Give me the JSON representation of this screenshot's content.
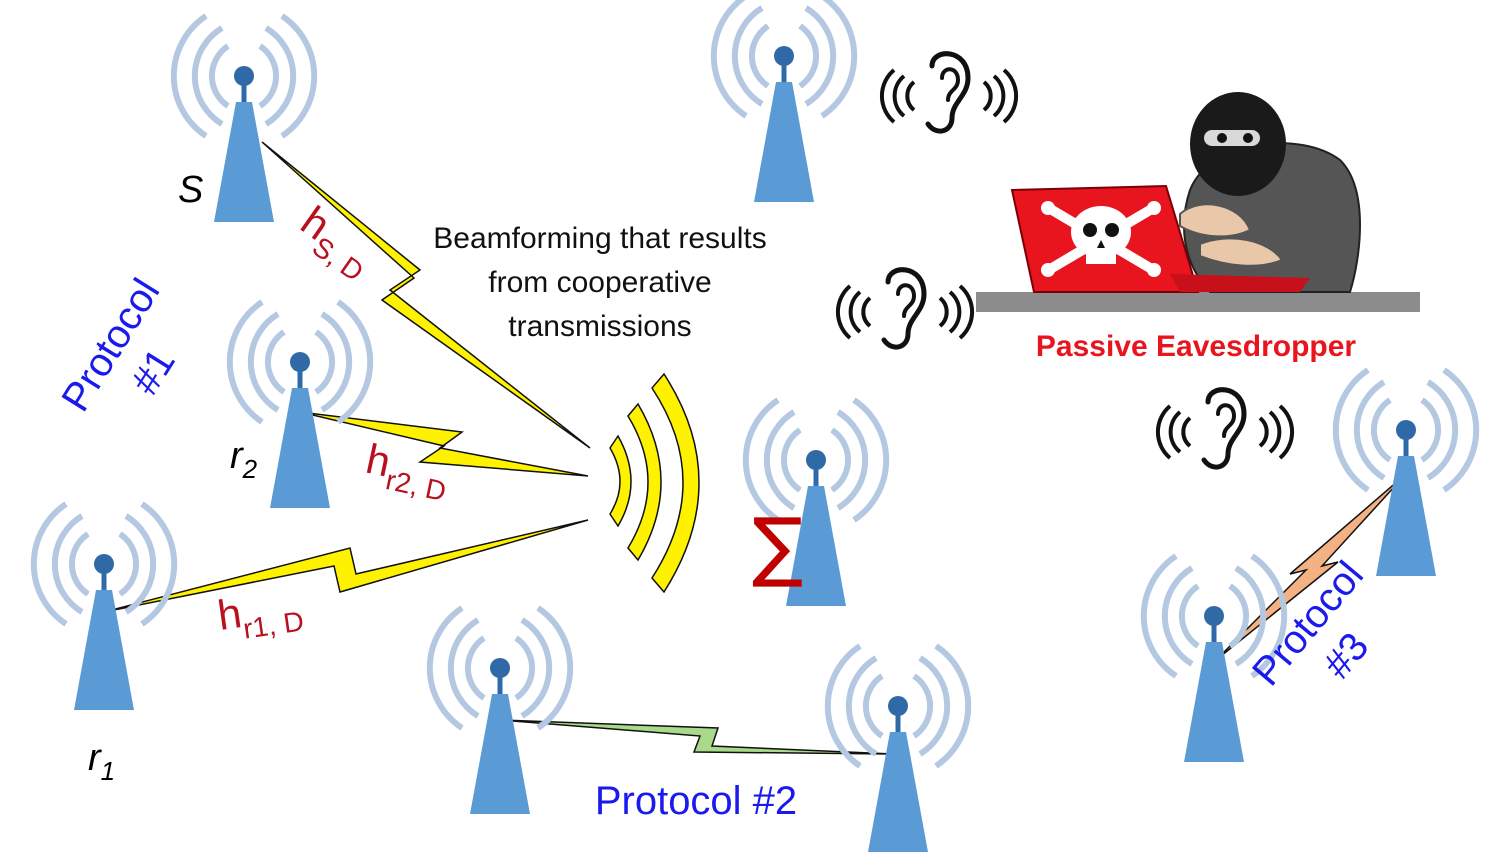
{
  "labels": {
    "beamforming_line1": "Beamforming that results",
    "beamforming_line2": "from cooperative",
    "beamforming_line3": "transmissions",
    "eavesdropper": "Passive Eavesdropper",
    "protocol1_line1": "Protocol",
    "protocol1_line2": "#1",
    "protocol2": "Protocol #2",
    "protocol3_line1": "Protocol",
    "protocol3_line2": "#3",
    "node_s": "S",
    "node_r2": "r",
    "node_r2_sub": "2",
    "node_r1": "r",
    "node_r1_sub": "1",
    "channel_sd": "h",
    "channel_sd_sub": "S, D",
    "channel_r2d": "h",
    "channel_r2d_sub": "r2, D",
    "channel_r1d": "h",
    "channel_r1d_sub": "r1, D",
    "sigma": "∑"
  },
  "icons": {
    "tower": "antenna-tower-icon",
    "ear": "listening-ear-icon",
    "hacker": "hacker-with-laptop-icon",
    "beam": "beam-wave-icon"
  },
  "colors": {
    "tower": "#5b9bd5",
    "tower_ring": "#b4c8e2",
    "tower_ball": "#2f6aa7",
    "bolt_yellow": "#fff200",
    "bolt_green": "#a9d98a",
    "bolt_orange": "#f4b183",
    "channel_text": "#b8101e",
    "protocol_text": "#1a1aee",
    "eaves_text": "#e8141e",
    "laptop": "#e8141e"
  }
}
